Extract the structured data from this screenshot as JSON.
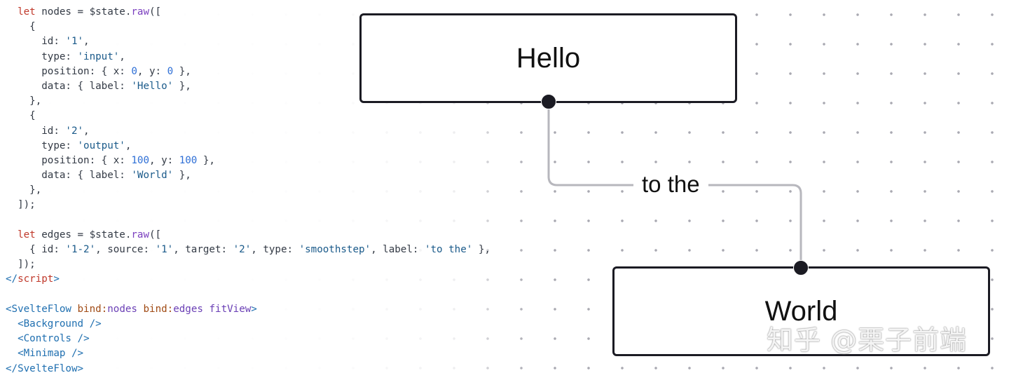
{
  "code_lines": [
    [
      {
        "t": "  "
      },
      {
        "t": "let",
        "c": "kw"
      },
      {
        "t": " nodes = $state."
      },
      {
        "t": "raw",
        "c": "fn"
      },
      {
        "t": "(["
      }
    ],
    [
      {
        "t": "    {"
      }
    ],
    [
      {
        "t": "      id: "
      },
      {
        "t": "'1'",
        "c": "str"
      },
      {
        "t": ","
      }
    ],
    [
      {
        "t": "      type: "
      },
      {
        "t": "'input'",
        "c": "str"
      },
      {
        "t": ","
      }
    ],
    [
      {
        "t": "      position: { x: "
      },
      {
        "t": "0",
        "c": "num"
      },
      {
        "t": ", y: "
      },
      {
        "t": "0",
        "c": "num"
      },
      {
        "t": " },"
      }
    ],
    [
      {
        "t": "      data: { label: "
      },
      {
        "t": "'Hello'",
        "c": "str"
      },
      {
        "t": " },"
      }
    ],
    [
      {
        "t": "    },"
      }
    ],
    [
      {
        "t": "    {"
      }
    ],
    [
      {
        "t": "      id: "
      },
      {
        "t": "'2'",
        "c": "str"
      },
      {
        "t": ","
      }
    ],
    [
      {
        "t": "      type: "
      },
      {
        "t": "'output'",
        "c": "str"
      },
      {
        "t": ","
      }
    ],
    [
      {
        "t": "      position: { x: "
      },
      {
        "t": "100",
        "c": "num"
      },
      {
        "t": ", y: "
      },
      {
        "t": "100",
        "c": "num"
      },
      {
        "t": " },"
      }
    ],
    [
      {
        "t": "      data: { label: "
      },
      {
        "t": "'World'",
        "c": "str"
      },
      {
        "t": " },"
      }
    ],
    [
      {
        "t": "    },"
      }
    ],
    [
      {
        "t": "  ]);"
      }
    ],
    [
      {
        "t": ""
      }
    ],
    [
      {
        "t": "  "
      },
      {
        "t": "let",
        "c": "kw"
      },
      {
        "t": " edges = $state."
      },
      {
        "t": "raw",
        "c": "fn"
      },
      {
        "t": "(["
      }
    ],
    [
      {
        "t": "    { id: "
      },
      {
        "t": "'1-2'",
        "c": "str"
      },
      {
        "t": ", source: "
      },
      {
        "t": "'1'",
        "c": "str"
      },
      {
        "t": ", target: "
      },
      {
        "t": "'2'",
        "c": "str"
      },
      {
        "t": ", type: "
      },
      {
        "t": "'smoothstep'",
        "c": "str"
      },
      {
        "t": ", label: "
      },
      {
        "t": "'to the'",
        "c": "str"
      },
      {
        "t": " },"
      }
    ],
    [
      {
        "t": "  ]);"
      }
    ],
    [
      {
        "t": "</",
        "c": "tag"
      },
      {
        "t": "script",
        "c": "kw"
      },
      {
        "t": ">",
        "c": "tag"
      }
    ],
    [
      {
        "t": ""
      }
    ],
    [
      {
        "t": "<",
        "c": "tag"
      },
      {
        "t": "SvelteFlow",
        "c": "tag"
      },
      {
        "t": " "
      },
      {
        "t": "bind:",
        "c": "attr"
      },
      {
        "t": "nodes",
        "c": "br"
      },
      {
        "t": " "
      },
      {
        "t": "bind:",
        "c": "attr"
      },
      {
        "t": "edges",
        "c": "br"
      },
      {
        "t": " "
      },
      {
        "t": "fitView",
        "c": "br"
      },
      {
        "t": ">",
        "c": "tag"
      }
    ],
    [
      {
        "t": "  "
      },
      {
        "t": "<",
        "c": "tag"
      },
      {
        "t": "Background",
        "c": "tag"
      },
      {
        "t": " />",
        "c": "tag"
      }
    ],
    [
      {
        "t": "  "
      },
      {
        "t": "<",
        "c": "tag"
      },
      {
        "t": "Controls",
        "c": "tag"
      },
      {
        "t": " />",
        "c": "tag"
      }
    ],
    [
      {
        "t": "  "
      },
      {
        "t": "<",
        "c": "tag"
      },
      {
        "t": "Minimap",
        "c": "tag"
      },
      {
        "t": " />",
        "c": "tag"
      }
    ],
    [
      {
        "t": "</",
        "c": "tag"
      },
      {
        "t": "SvelteFlow",
        "c": "tag"
      },
      {
        "t": ">",
        "c": "tag"
      }
    ]
  ],
  "flow": {
    "nodes": [
      {
        "id": "1",
        "label": "Hello"
      },
      {
        "id": "2",
        "label": "World"
      }
    ],
    "edge": {
      "id": "1-2",
      "source": "1",
      "target": "2",
      "label": "to the"
    }
  },
  "watermark": "知乎 @栗子前端",
  "colors": {
    "node_border": "#1b1b23",
    "handle": "#1b1b23",
    "edge_stroke": "#b7b7bd",
    "grid_dot": "#a9a9b1"
  }
}
